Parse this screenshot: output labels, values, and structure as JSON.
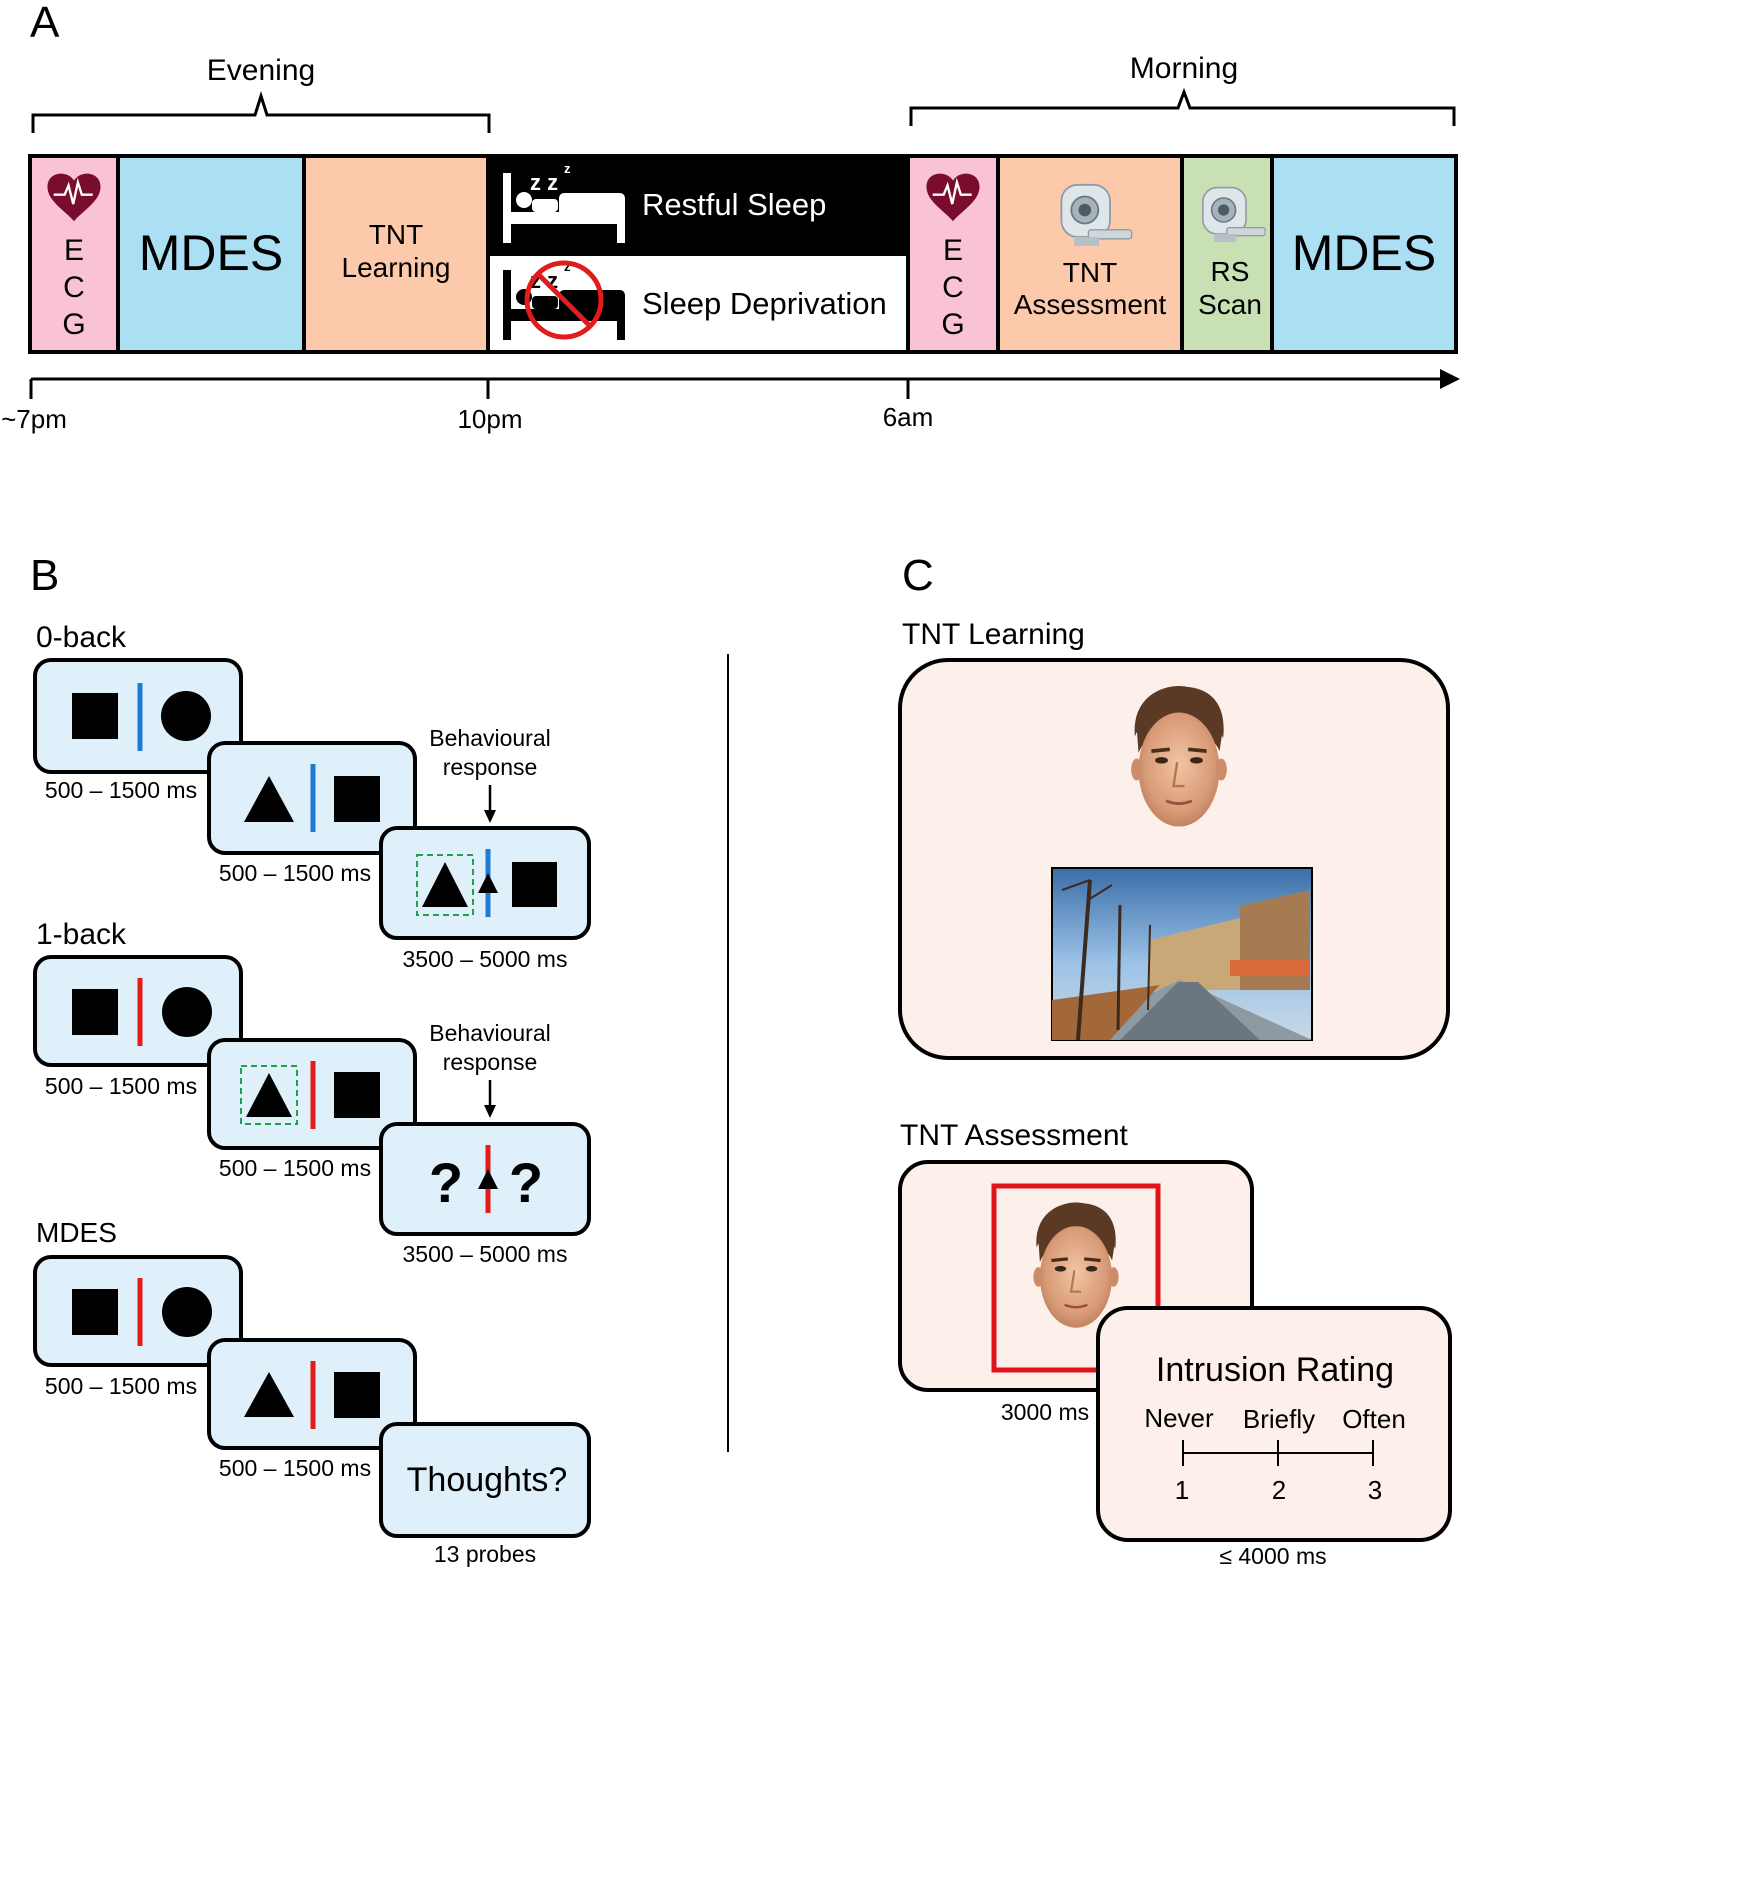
{
  "panel_a": {
    "letter": "A",
    "brace_evening": "Evening",
    "brace_morning": "Morning",
    "blocks": {
      "ecg_letters": [
        "E",
        "C",
        "G"
      ],
      "mdes": "MDES",
      "tnt_learning": [
        "TNT",
        "Learning"
      ],
      "restful_sleep": "Restful Sleep",
      "sleep_deprivation": "Sleep Deprivation",
      "tnt_assessment": [
        "TNT",
        "Assessment"
      ],
      "rs_scan": [
        "RS",
        "Scan"
      ]
    },
    "timeline": [
      "~7pm",
      "10pm",
      "6am"
    ],
    "colors": {
      "ecg": "#f9c2d6",
      "mdes": "#abdff4",
      "tnt": "#fccaab",
      "rs": "#c9e0b4",
      "heart": "#7a0d2e"
    }
  },
  "panel_b": {
    "letter": "B",
    "zero_back": {
      "label": "0-back",
      "times": [
        "500 – 1500 ms",
        "500 – 1500 ms",
        "3500 – 5000 ms"
      ],
      "response": [
        "Behavioural",
        "response"
      ]
    },
    "one_back": {
      "label": "1-back",
      "times": [
        "500 – 1500 ms",
        "500 – 1500 ms",
        "3500 – 5000 ms"
      ],
      "response": [
        "Behavioural",
        "response"
      ],
      "probe": [
        "?",
        "?"
      ]
    },
    "mdes": {
      "label": "MDES",
      "times": [
        "500 – 1500 ms",
        "500 – 1500 ms",
        "13 probes"
      ],
      "probe_text": "Thoughts?"
    },
    "colors": {
      "screen": "#dff0fa",
      "blue_line": "#1e7bd4",
      "red_line": "#e21b1b",
      "highlight": "#1fa04a"
    }
  },
  "panel_c": {
    "letter": "C",
    "tnt_learning": {
      "label": "TNT Learning"
    },
    "tnt_assessment": {
      "label": "TNT Assessment",
      "time": "3000 ms"
    },
    "rating": {
      "title": "Intrusion Rating",
      "options": [
        "Never",
        "Briefly",
        "Often"
      ],
      "scale": [
        "1",
        "2",
        "3"
      ],
      "time": "≤ 4000 ms"
    },
    "colors": {
      "screen": "#fdf0ea",
      "frame": "#e0141c"
    }
  }
}
